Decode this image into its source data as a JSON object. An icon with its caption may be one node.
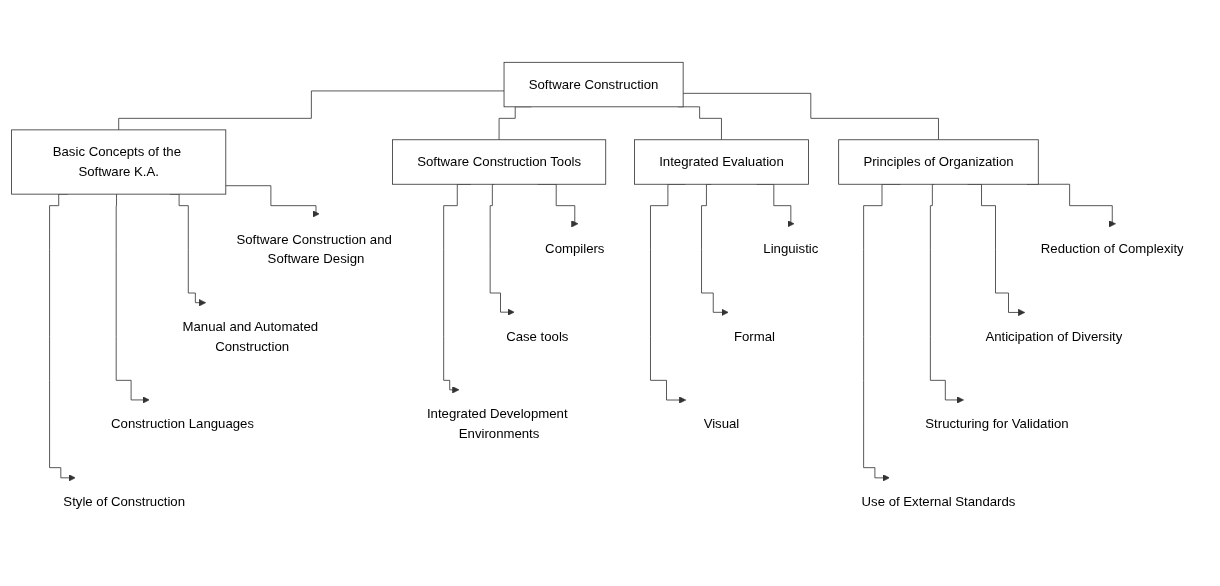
{
  "diagram": {
    "nodes": [
      {
        "text": [
          "Software Construction"
        ]
      },
      {
        "text": [
          "Basic Concepts of the Software K.A."
        ]
      },
      {
        "text": [
          "Principles of Organization"
        ]
      },
      {
        "text": [
          "Software Construction Tools"
        ]
      },
      {
        "text": [
          "Integrated Evaluation"
        ]
      },
      {
        "text": [
          "Software Construction and Software Design"
        ]
      },
      {
        "text": [
          "Manual and Automated Construction"
        ]
      },
      {
        "text": [
          "Construction Languages"
        ]
      },
      {
        "text": [
          "Style of Construction"
        ]
      },
      {
        "text": [
          "Reduction of Complexity"
        ]
      },
      {
        "text": [
          "Anticipation of Diversity"
        ]
      },
      {
        "text": [
          "Structuring for Validation"
        ]
      },
      {
        "text": [
          "Use of External Standards"
        ]
      },
      {
        "text": [
          "Compilers"
        ]
      },
      {
        "text": [
          "Case tools"
        ]
      },
      {
        "text": [
          "Integrated Development Environments"
        ]
      },
      {
        "text": [
          "Linguistic"
        ]
      },
      {
        "text": [
          "Formal"
        ]
      },
      {
        "text": [
          "Visual"
        ]
      }
    ],
    "edges": [
      {
        "from": 0,
        "to": 1,
        "arrow": "none"
      },
      {
        "from": 0,
        "to": 2,
        "arrow": "none"
      },
      {
        "from": 0,
        "to": 3,
        "arrow": "none"
      },
      {
        "from": 0,
        "to": 4,
        "arrow": "none"
      },
      {
        "from": 1,
        "to": 5,
        "arrow": "to"
      },
      {
        "from": 1,
        "to": 6,
        "arrow": "to"
      },
      {
        "from": 1,
        "to": 7,
        "arrow": "to"
      },
      {
        "from": 1,
        "to": 8,
        "arrow": "to"
      },
      {
        "from": 2,
        "to": 9,
        "arrow": "to"
      },
      {
        "from": 2,
        "to": 10,
        "arrow": "to"
      },
      {
        "from": 2,
        "to": 11,
        "arrow": "to"
      },
      {
        "from": 2,
        "to": 12,
        "arrow": "to"
      },
      {
        "from": 3,
        "to": 13,
        "arrow": "to"
      },
      {
        "from": 3,
        "to": 14,
        "arrow": "to"
      },
      {
        "from": 3,
        "to": 15,
        "arrow": "to"
      },
      {
        "from": 4,
        "to": 16,
        "arrow": "to"
      },
      {
        "from": 4,
        "to": 17,
        "arrow": "to"
      },
      {
        "from": 4,
        "to": 18,
        "arrow": "to"
      }
    ]
  }
}
